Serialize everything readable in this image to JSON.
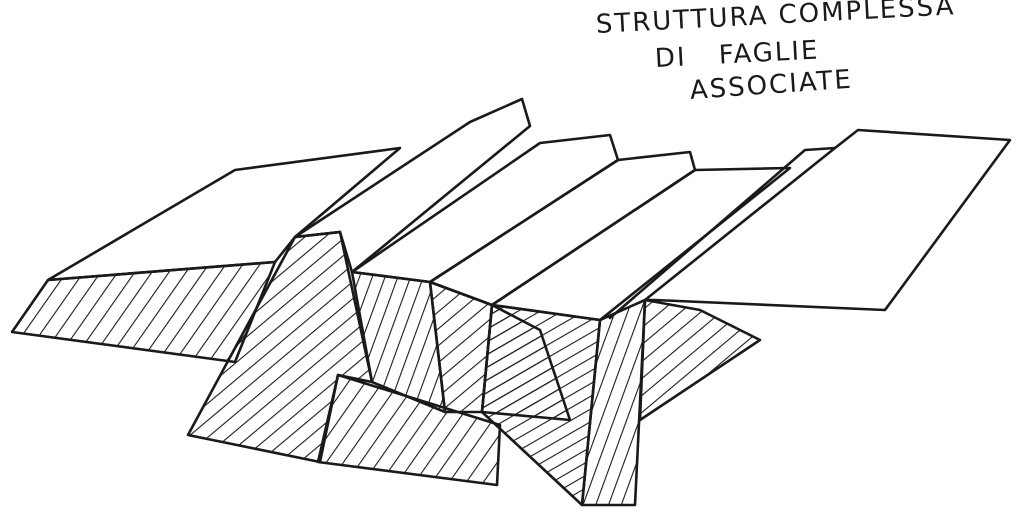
{
  "title": {
    "line1": "STRUTTURA COMPLESSA",
    "line2": "DI FAGLIE",
    "line3": "ASSOCIATE"
  },
  "colors": {
    "ink": "#1a1a1a",
    "paper": "#ffffff"
  }
}
